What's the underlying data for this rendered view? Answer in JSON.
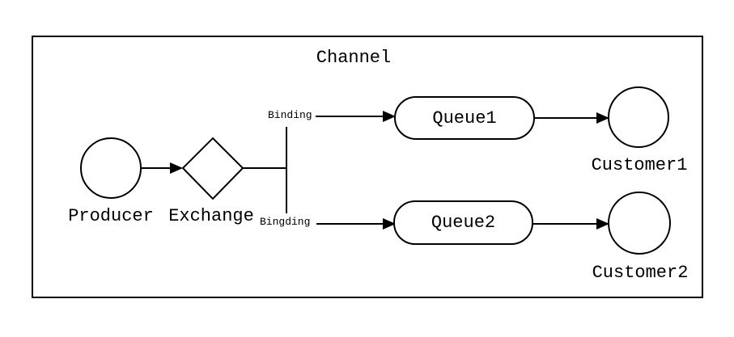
{
  "diagram": {
    "title": "Channel",
    "nodes": {
      "producer": {
        "label": "Producer",
        "shape": "circle"
      },
      "exchange": {
        "label": "Exchange",
        "shape": "diamond"
      },
      "queue1": {
        "label": "Queue1",
        "shape": "rounded-rect"
      },
      "queue2": {
        "label": "Queue2",
        "shape": "rounded-rect"
      },
      "customer1": {
        "label": "Customer1",
        "shape": "circle"
      },
      "customer2": {
        "label": "Customer2",
        "shape": "circle"
      }
    },
    "edges": [
      {
        "from": "producer",
        "to": "exchange",
        "label": ""
      },
      {
        "from": "exchange",
        "to": "queue1",
        "label": "Binding"
      },
      {
        "from": "exchange",
        "to": "queue2",
        "label": "Bingding"
      },
      {
        "from": "queue1",
        "to": "customer1",
        "label": ""
      },
      {
        "from": "queue2",
        "to": "customer2",
        "label": ""
      }
    ],
    "colors": {
      "stroke": "#000000",
      "background": "#ffffff",
      "shape_fill": "#ffffff"
    }
  }
}
